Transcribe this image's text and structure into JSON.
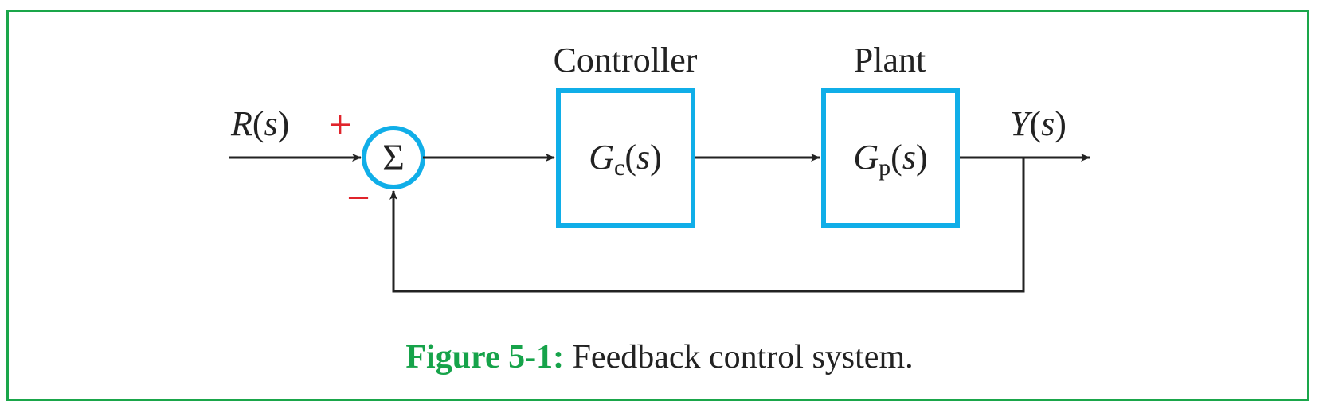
{
  "colors": {
    "frame": "#1aa64a",
    "block": "#10aee8",
    "line": "#222222",
    "sign": "#e0242b",
    "caption_label": "#16a34a",
    "text": "#222222"
  },
  "labels": {
    "controller": "Controller",
    "plant": "Plant"
  },
  "signals": {
    "input": {
      "main": "R",
      "arg": "s"
    },
    "output": {
      "main": "Y",
      "arg": "s"
    }
  },
  "summing": {
    "symbol": "Σ",
    "plus": "+",
    "minus": "−"
  },
  "blocks": {
    "controller_tf": {
      "main": "G",
      "sub": "c",
      "arg": "s"
    },
    "plant_tf": {
      "main": "G",
      "sub": "p",
      "arg": "s"
    }
  },
  "caption": {
    "label": "Figure 5-1:",
    "text": " Feedback control system."
  }
}
